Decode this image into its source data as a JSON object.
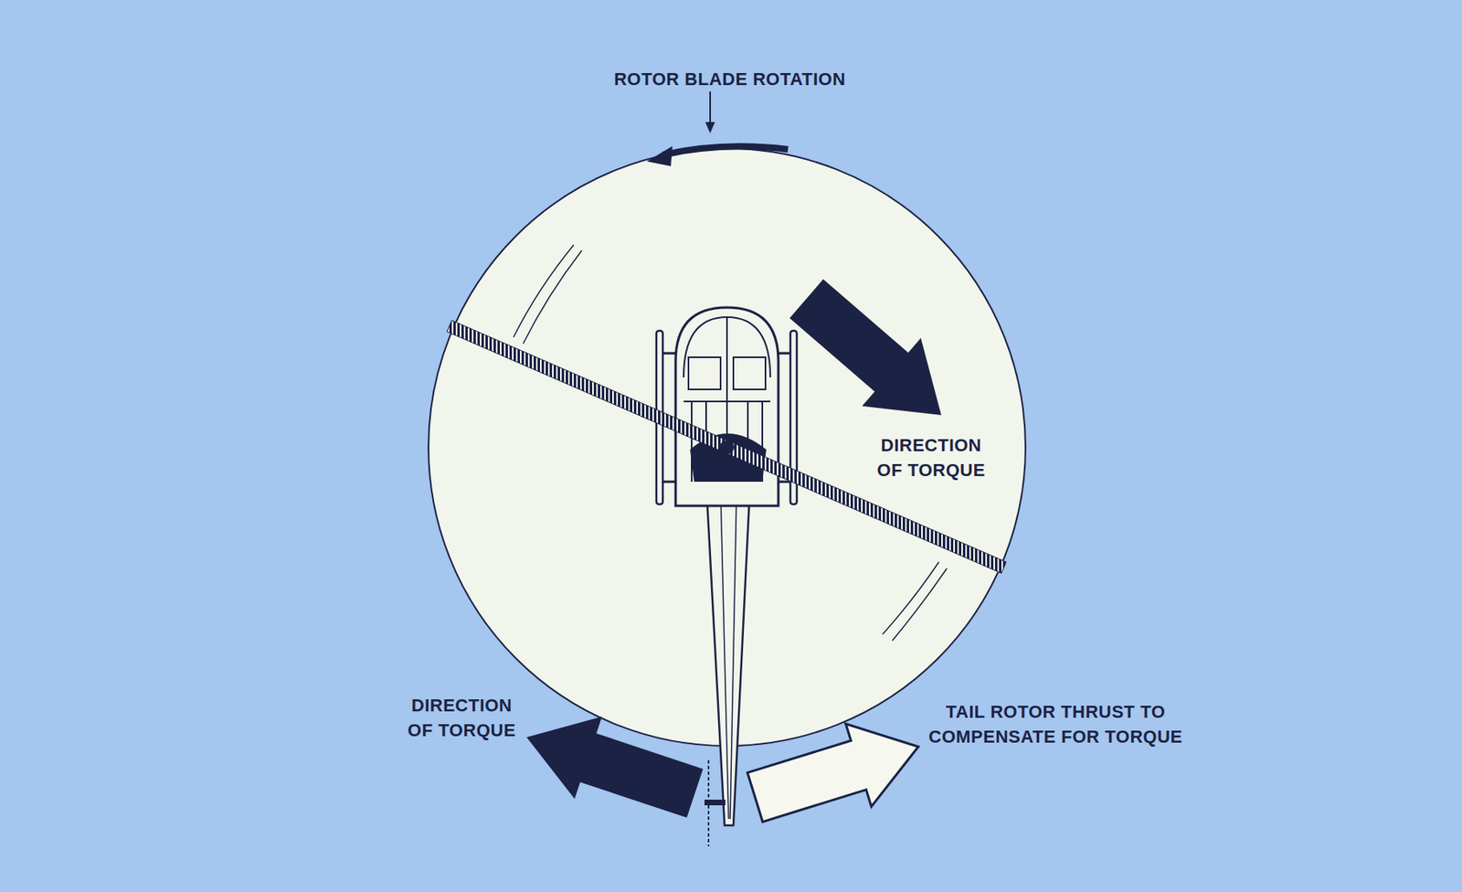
{
  "diagram": {
    "labels": [
      "ROTOR BLADE ROTATION",
      "DIRECTION OF TORQUE",
      "DIRECTION OF TORQUE",
      "TAIL ROTOR THRUST TO COMPENSATE FOR TORQUE"
    ]
  }
}
